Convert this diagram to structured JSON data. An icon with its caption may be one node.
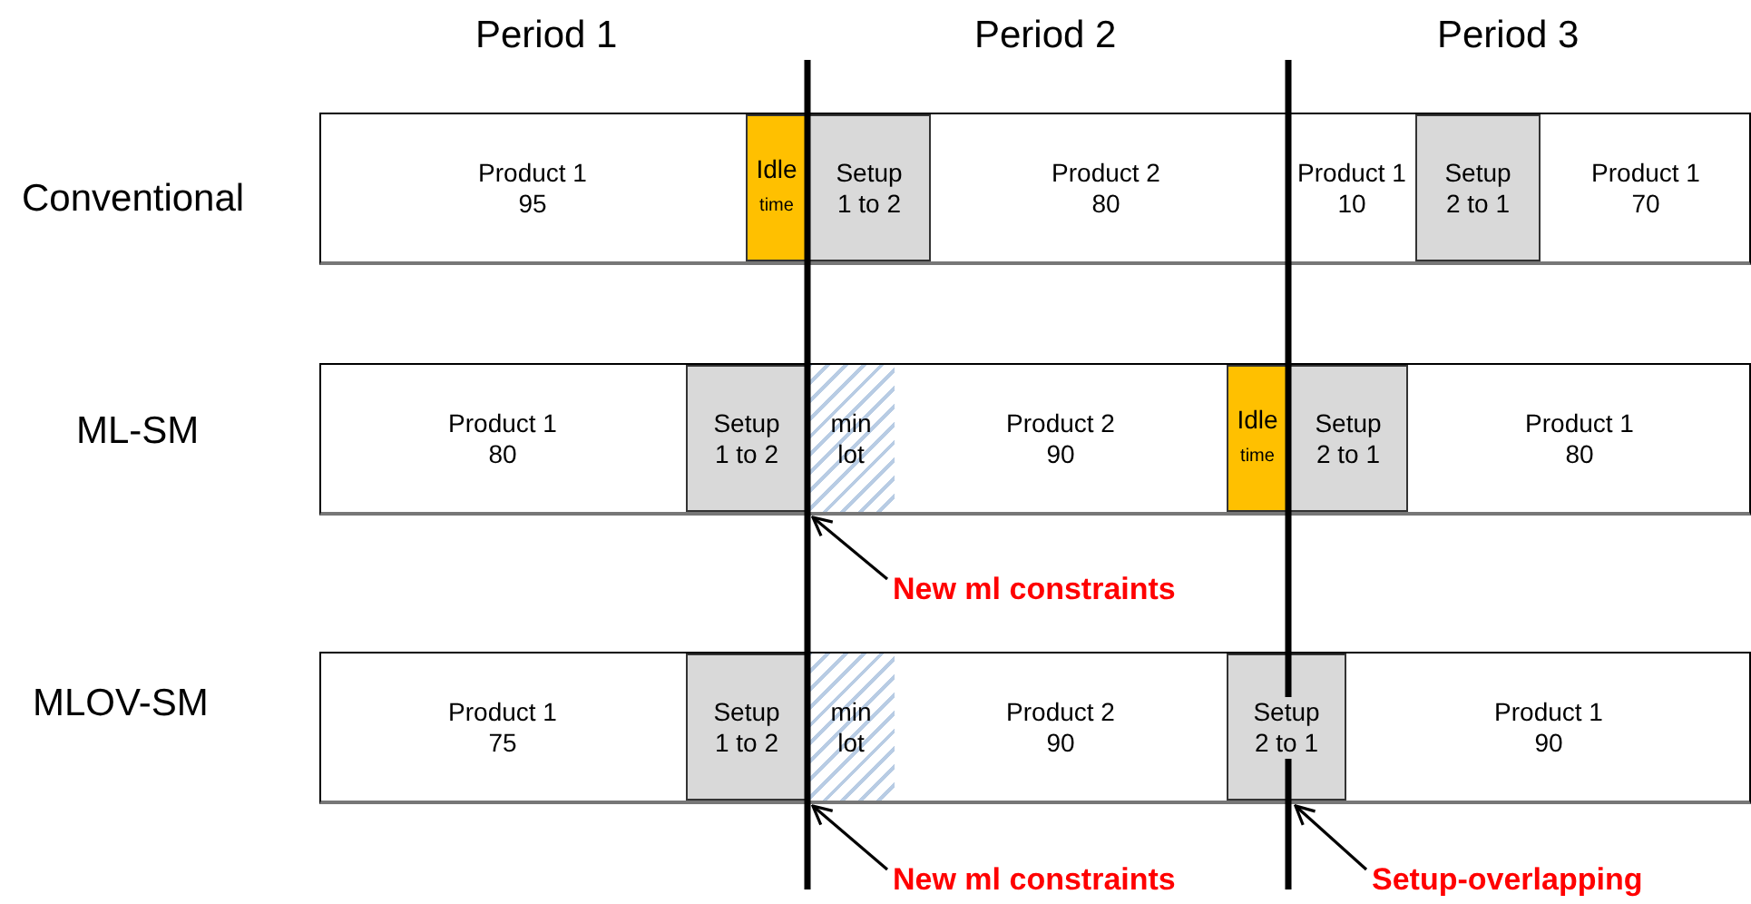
{
  "diagram": {
    "nodes": [
      {
        "text": [
          "Conventional"
        ]
      },
      {
        "text": [
          "Product 1",
          "95"
        ],
        "in": 0
      },
      {
        "text": [
          "Idle",
          "time"
        ],
        "in": 0
      },
      {
        "text": [
          "Setup 1 to 2"
        ],
        "in": 0
      },
      {
        "text": [
          "Product 2",
          "80"
        ],
        "in": 0
      },
      {
        "text": [
          "Product 1",
          "10"
        ],
        "in": 0
      },
      {
        "text": [
          "Setup 2 to 1"
        ],
        "in": 0
      },
      {
        "text": [
          "Product 1",
          "70"
        ],
        "in": 0
      },
      {
        "text": [
          "ML-SM"
        ]
      },
      {
        "text": [
          "Product 1",
          "80"
        ],
        "in": 8
      },
      {
        "text": [
          "Setup 1 to 2"
        ],
        "in": 8
      },
      {
        "text": [
          "min lot"
        ],
        "in": 8
      },
      {
        "text": [
          "Product 2",
          "90"
        ],
        "in": 8
      },
      {
        "text": [
          "Idle",
          "time"
        ],
        "in": 8
      },
      {
        "text": [
          "Setup 2 to 1"
        ],
        "in": 8
      },
      {
        "text": [
          "Product 1",
          "80"
        ],
        "in": 8
      },
      {
        "text": [
          "MLOV-SM"
        ]
      },
      {
        "text": [
          "Product 1",
          "75"
        ],
        "in": 16
      },
      {
        "text": [
          "Setup 1 to 2"
        ],
        "in": 16
      },
      {
        "text": [
          "min lot"
        ],
        "in": 16
      },
      {
        "text": [
          "Product 2",
          "90"
        ],
        "in": 16
      },
      {
        "text": [
          "Setup 2 to 1"
        ],
        "in": 16
      },
      {
        "text": [
          "Product 1",
          "90"
        ],
        "in": 16
      },
      {
        "text": [
          "New ml constraints"
        ]
      },
      {
        "text": [
          "New ml constraints"
        ]
      },
      {
        "text": [
          "Setup-overlapping"
        ]
      }
    ],
    "edges": [
      {
        "from": 23,
        "to": 11,
        "arrow": "to"
      },
      {
        "from": 24,
        "to": 19,
        "arrow": "to"
      },
      {
        "from": 25,
        "to": 21,
        "arrow": "to"
      }
    ],
    "labels": [
      "Period 1",
      "Period 2",
      "Period 3"
    ]
  }
}
